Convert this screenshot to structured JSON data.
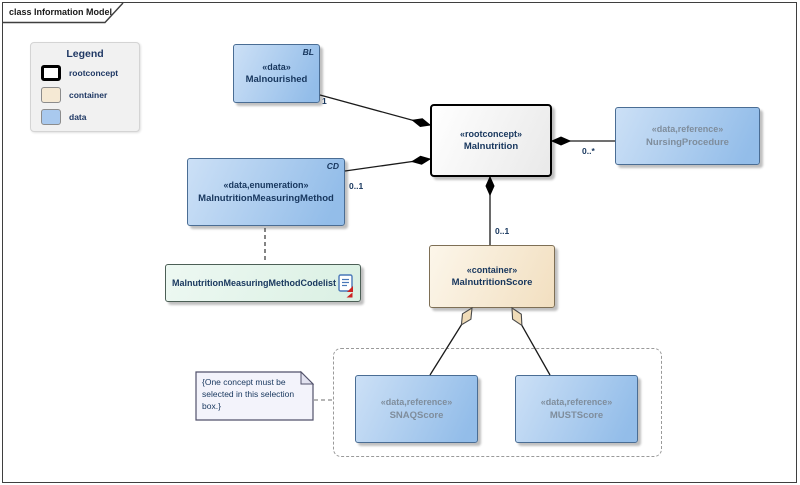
{
  "frame": {
    "title": "class Information Model"
  },
  "legend": {
    "title": "Legend",
    "items": [
      {
        "label": "rootconcept"
      },
      {
        "label": "container"
      },
      {
        "label": "data"
      }
    ]
  },
  "nodes": {
    "malnourished": {
      "stereotype": "«data»",
      "name": "Malnourished",
      "tag": "BL"
    },
    "malnutrition": {
      "stereotype": "«rootconcept»",
      "name": "Malnutrition"
    },
    "nursingProcedure": {
      "stereotype": "«data,reference»",
      "name": "NursingProcedure"
    },
    "measuringMethod": {
      "stereotype": "«data,enumeration»",
      "name": "MalnutritionMeasuringMethod",
      "tag": "CD"
    },
    "codelist": {
      "name": "MalnutritionMeasuringMethodCodelist"
    },
    "malnutritionScore": {
      "stereotype": "«container»",
      "name": "MalnutritionScore"
    },
    "snaqScore": {
      "stereotype": "«data,reference»",
      "name": "SNAQScore"
    },
    "mustScore": {
      "stereotype": "«data,reference»",
      "name": "MUSTScore"
    }
  },
  "note": {
    "text": "{One concept must be selected in this selection box.}"
  },
  "multiplicities": {
    "malnourished_to_malnutrition": "1",
    "measuringMethod_to_malnutrition": "0..1",
    "malnutrition_to_nursingProcedure": "0..*",
    "malnutrition_to_score": "0..1"
  },
  "colors": {
    "data_fill": "#a9c9ee",
    "container_fill": "#f5e9d4",
    "codelist_fill": "#e3f4ea",
    "rootconcept_border": "#000000",
    "note_fill": "#f3f3fb",
    "text_navy": "#17365d",
    "text_gray": "#7f8d9c"
  }
}
